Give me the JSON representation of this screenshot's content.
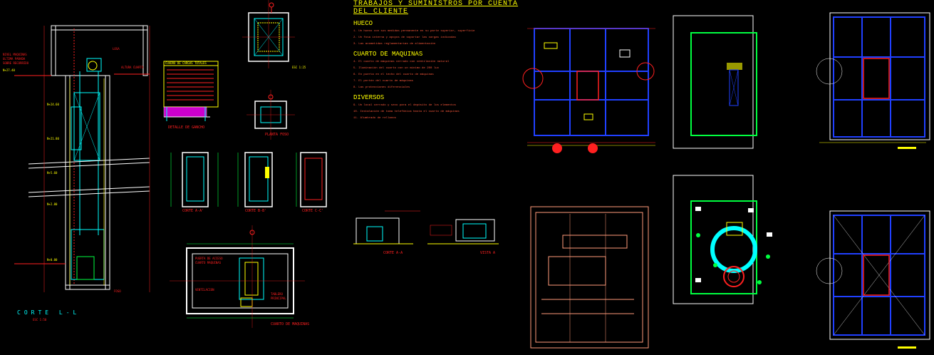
{
  "notes": {
    "header": "TRABAJOS Y SUMINISTROS POR CUENTA DEL CLIENTE",
    "section_hueco": "HUECO",
    "section_cuarto": "CUARTO DE MAQUINAS",
    "section_diversos": "DIVERSOS",
    "hueco_items": [
      "1. Un hueco con sus medidas permanente en su parte superior, superficie",
      "2. Un fosa interna y apoyos de soportar las cargas indicadas",
      "3. Las acometidas reglamentarias de alimentación"
    ],
    "cuarto_items": [
      "4. El cuarto de máquinas cerrado con ventilación natural",
      "5. Iluminación del cuarto con un mínimo de 200 lux",
      "6. En puerta en el techo del cuarto de máquinas",
      "7. El portón del cuarto de máquinas",
      "8. Las protecciones diferenciales"
    ],
    "diversos_items": [
      "9. Un local cerrado y seco para el depósito de los elementos",
      "10. Instalación de toma telefónica hasta el cuarto de máquinas",
      "11. Alumbrado de rellanos"
    ]
  },
  "labels": {
    "corte_ll": "CORTE L-L",
    "corte_ll_scale": "ESC 1:50",
    "corte_aa": "CORTE A-A'",
    "corte_bb": "CORTE B-B'",
    "corte_cc": "CORTE C-C'",
    "corte_aa2": "CORTE A-A",
    "detalle_gancho": "DETALLE DE GANCHO",
    "cuarto_maquinas": "CUARTO DE MAQUINAS",
    "planta_foso": "PLANTA FOSO",
    "vista_a": "VISTA A",
    "legend_title": "CUADRO DE CARGAS TOTALES"
  },
  "colors": {
    "background": "#000000",
    "red": "#ff2020",
    "yellow": "#ffff00",
    "white": "#ffffff",
    "cyan": "#00ffff",
    "blue": "#2040ff",
    "green": "#00ff40",
    "magenta": "#ff00ff",
    "salmon": "#ff9a7a",
    "orange": "#ff7f00"
  }
}
